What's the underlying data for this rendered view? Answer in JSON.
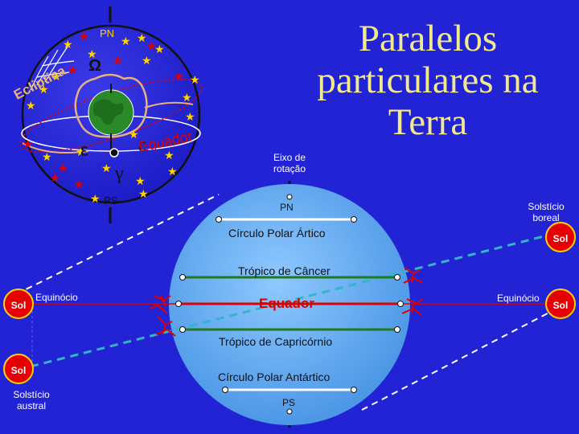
{
  "title": "Paralelos particulares na Terra",
  "rotation_axis_label": "Eixo de rotação",
  "sphere": {
    "north_pole": "PN",
    "south_pole": "PS",
    "equinox_point": "γ",
    "solstice_symbol": "ε",
    "node_symbol": "Ω",
    "ecliptic_label": "Ecliptica",
    "equator_label": "Equador"
  },
  "earth": {
    "north_pole": "PN",
    "south_pole": "PS",
    "arctic_circle": "Círculo Polar Ártico",
    "tropic_cancer": "Trópico de Câncer",
    "equator": "Equador",
    "tropic_capricorn": "Trópico de Capricórnio",
    "antarctic_circle": "Círculo Polar Antártico"
  },
  "sun": {
    "label": "Sol"
  },
  "positions": {
    "equinox_left": "Equinócio",
    "equinox_right": "Equinócio",
    "solstice_boreal": "Solstício boreal",
    "solstice_austral": "Solstício austral"
  },
  "colors": {
    "background": "#2323d6",
    "earth": "#5ea9f0",
    "equator_line": "#e00000",
    "tropic_line": "#1f7a1f",
    "polar_line": "#ffffff",
    "sun": "#e40000",
    "title": "#f2e98a",
    "ecliptic_path": "#ffffff",
    "solstice_path": "#33b5c8"
  }
}
